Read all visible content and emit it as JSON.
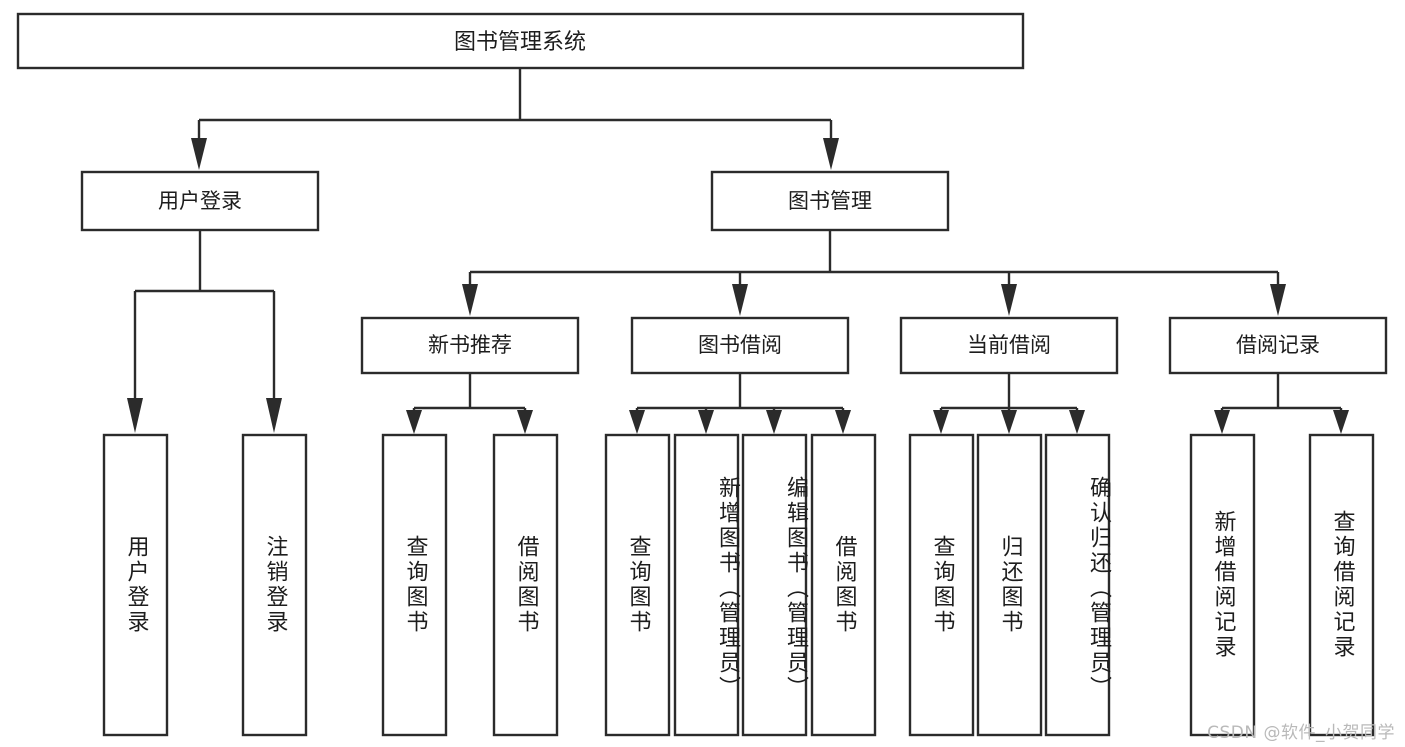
{
  "diagram": {
    "type": "tree",
    "title": "图书管理系统",
    "watermark": "CSDN @软件_小贺同学",
    "colors": {
      "box_stroke": "#2b2b2b",
      "box_fill": "#ffffff",
      "text": "#1d1d1d",
      "background": "#ffffff",
      "watermark": "#b9b9b9"
    },
    "root": {
      "label": "图书管理系统"
    },
    "level2": [
      {
        "label": "用户登录"
      },
      {
        "label": "图书管理"
      }
    ],
    "level3": [
      {
        "label": "新书推荐"
      },
      {
        "label": "图书借阅"
      },
      {
        "label": "当前借阅"
      },
      {
        "label": "借阅记录"
      }
    ],
    "leaves": {
      "user_login": [
        "用户登录",
        "注销登录"
      ],
      "new_book": [
        "查询图书",
        "借阅图书"
      ],
      "book_borrow": [
        "查询图书",
        "新增图书（管理员）",
        "编辑图书（管理员）",
        "借阅图书"
      ],
      "current_borrow": [
        "查询图书",
        "归还图书",
        "确认归还（管理员）"
      ],
      "borrow_record": [
        "新增借阅记录",
        "查询借阅记录"
      ]
    }
  }
}
